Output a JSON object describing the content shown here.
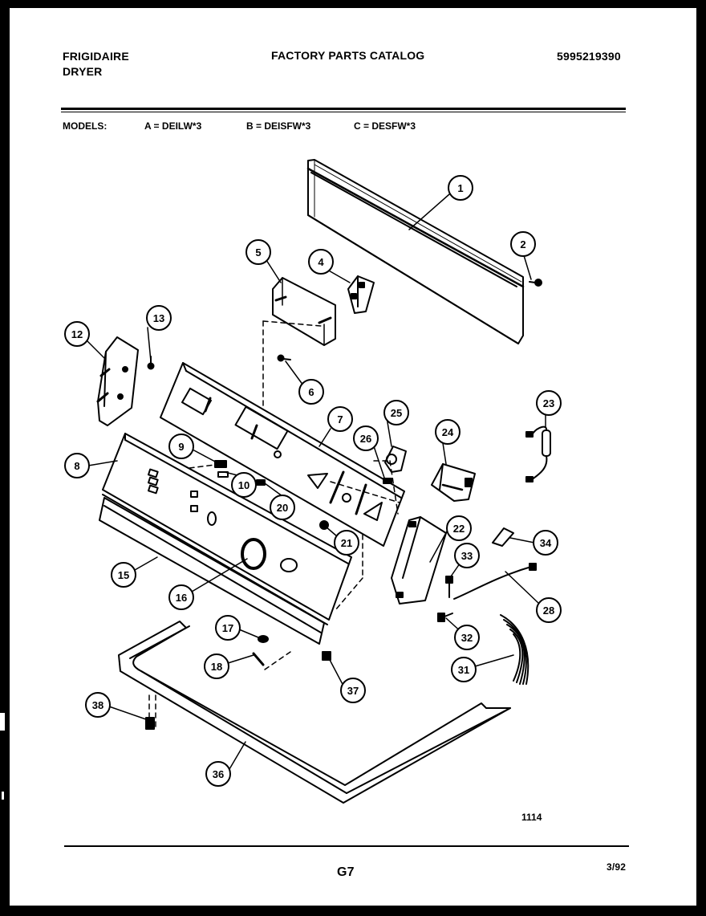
{
  "header": {
    "brand": "FRIGIDAIRE",
    "product": "DRYER",
    "catalog_title": "FACTORY PARTS CATALOG",
    "catalog_number": "5995219390"
  },
  "models": {
    "label": "MODELS:",
    "a": "A = DEILW*3",
    "b": "B = DEISFW*3",
    "c": "C = DESFW*3"
  },
  "callouts": {
    "c1": "1",
    "c2": "2",
    "c4": "4",
    "c5": "5",
    "c6": "6",
    "c7": "7",
    "c8": "8",
    "c9": "9",
    "c10": "10",
    "c12": "12",
    "c13": "13",
    "c15": "15",
    "c16": "16",
    "c17": "17",
    "c18": "18",
    "c20": "20",
    "c21": "21",
    "c22": "22",
    "c23": "23",
    "c24": "24",
    "c25": "25",
    "c26": "26",
    "c28": "28",
    "c31": "31",
    "c32": "32",
    "c33": "33",
    "c34": "34",
    "c36": "36",
    "c37": "37",
    "c38": "38"
  },
  "diagram_number": "1114",
  "footer": {
    "page_code": "G7",
    "date": "3/92"
  }
}
